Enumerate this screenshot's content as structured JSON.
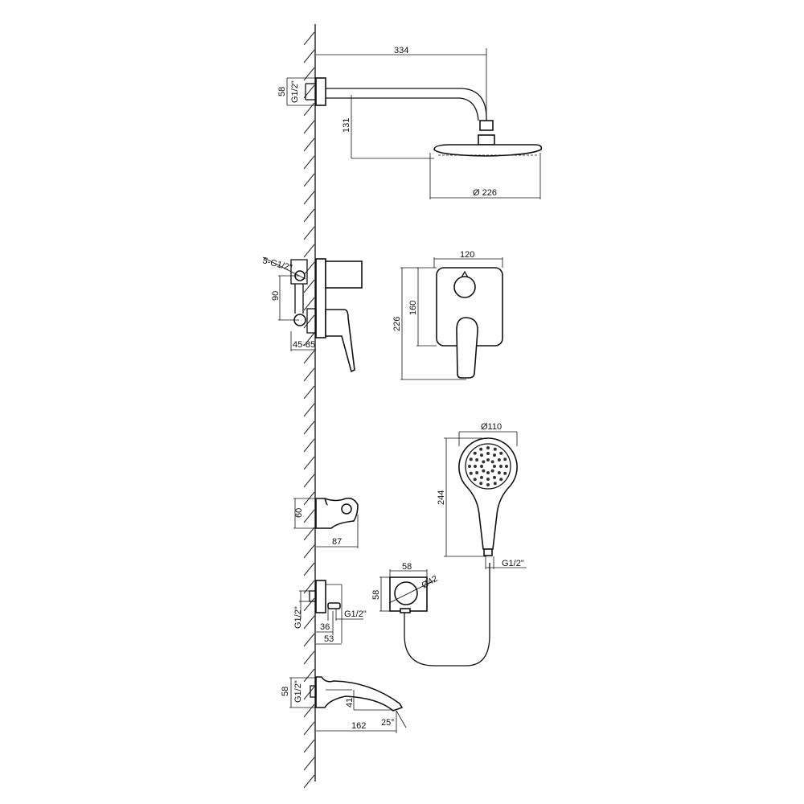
{
  "overhead_shower": {
    "arm_length": "334",
    "flange_height": "58",
    "flange_thread": "G1/2\"",
    "drop": "131",
    "head_diameter": "Ø 226"
  },
  "mixer": {
    "inlets": "5-G1/2\"",
    "inlet_spacing": "90",
    "depth": "45-85",
    "plate_width": "120",
    "plate_height": "160",
    "total_height": "226"
  },
  "hand_shower": {
    "head_diameter": "Ø110",
    "length": "244",
    "thread": "G1/2\""
  },
  "holder": {
    "height": "60",
    "projection": "87"
  },
  "wall_outlet_front": {
    "width": "58",
    "height": "58",
    "diameter": "Ø42"
  },
  "wall_outlet_side": {
    "inlet_thread": "G1/2\"",
    "outlet_thread": "G1/2\"",
    "outlet_offset": "36",
    "depth": "53"
  },
  "spout": {
    "height": "58",
    "thread": "G1/2\"",
    "outlet_height": "41",
    "angle": "25°",
    "length": "162"
  },
  "colors": {
    "line": "#111111",
    "background": "#ffffff"
  }
}
